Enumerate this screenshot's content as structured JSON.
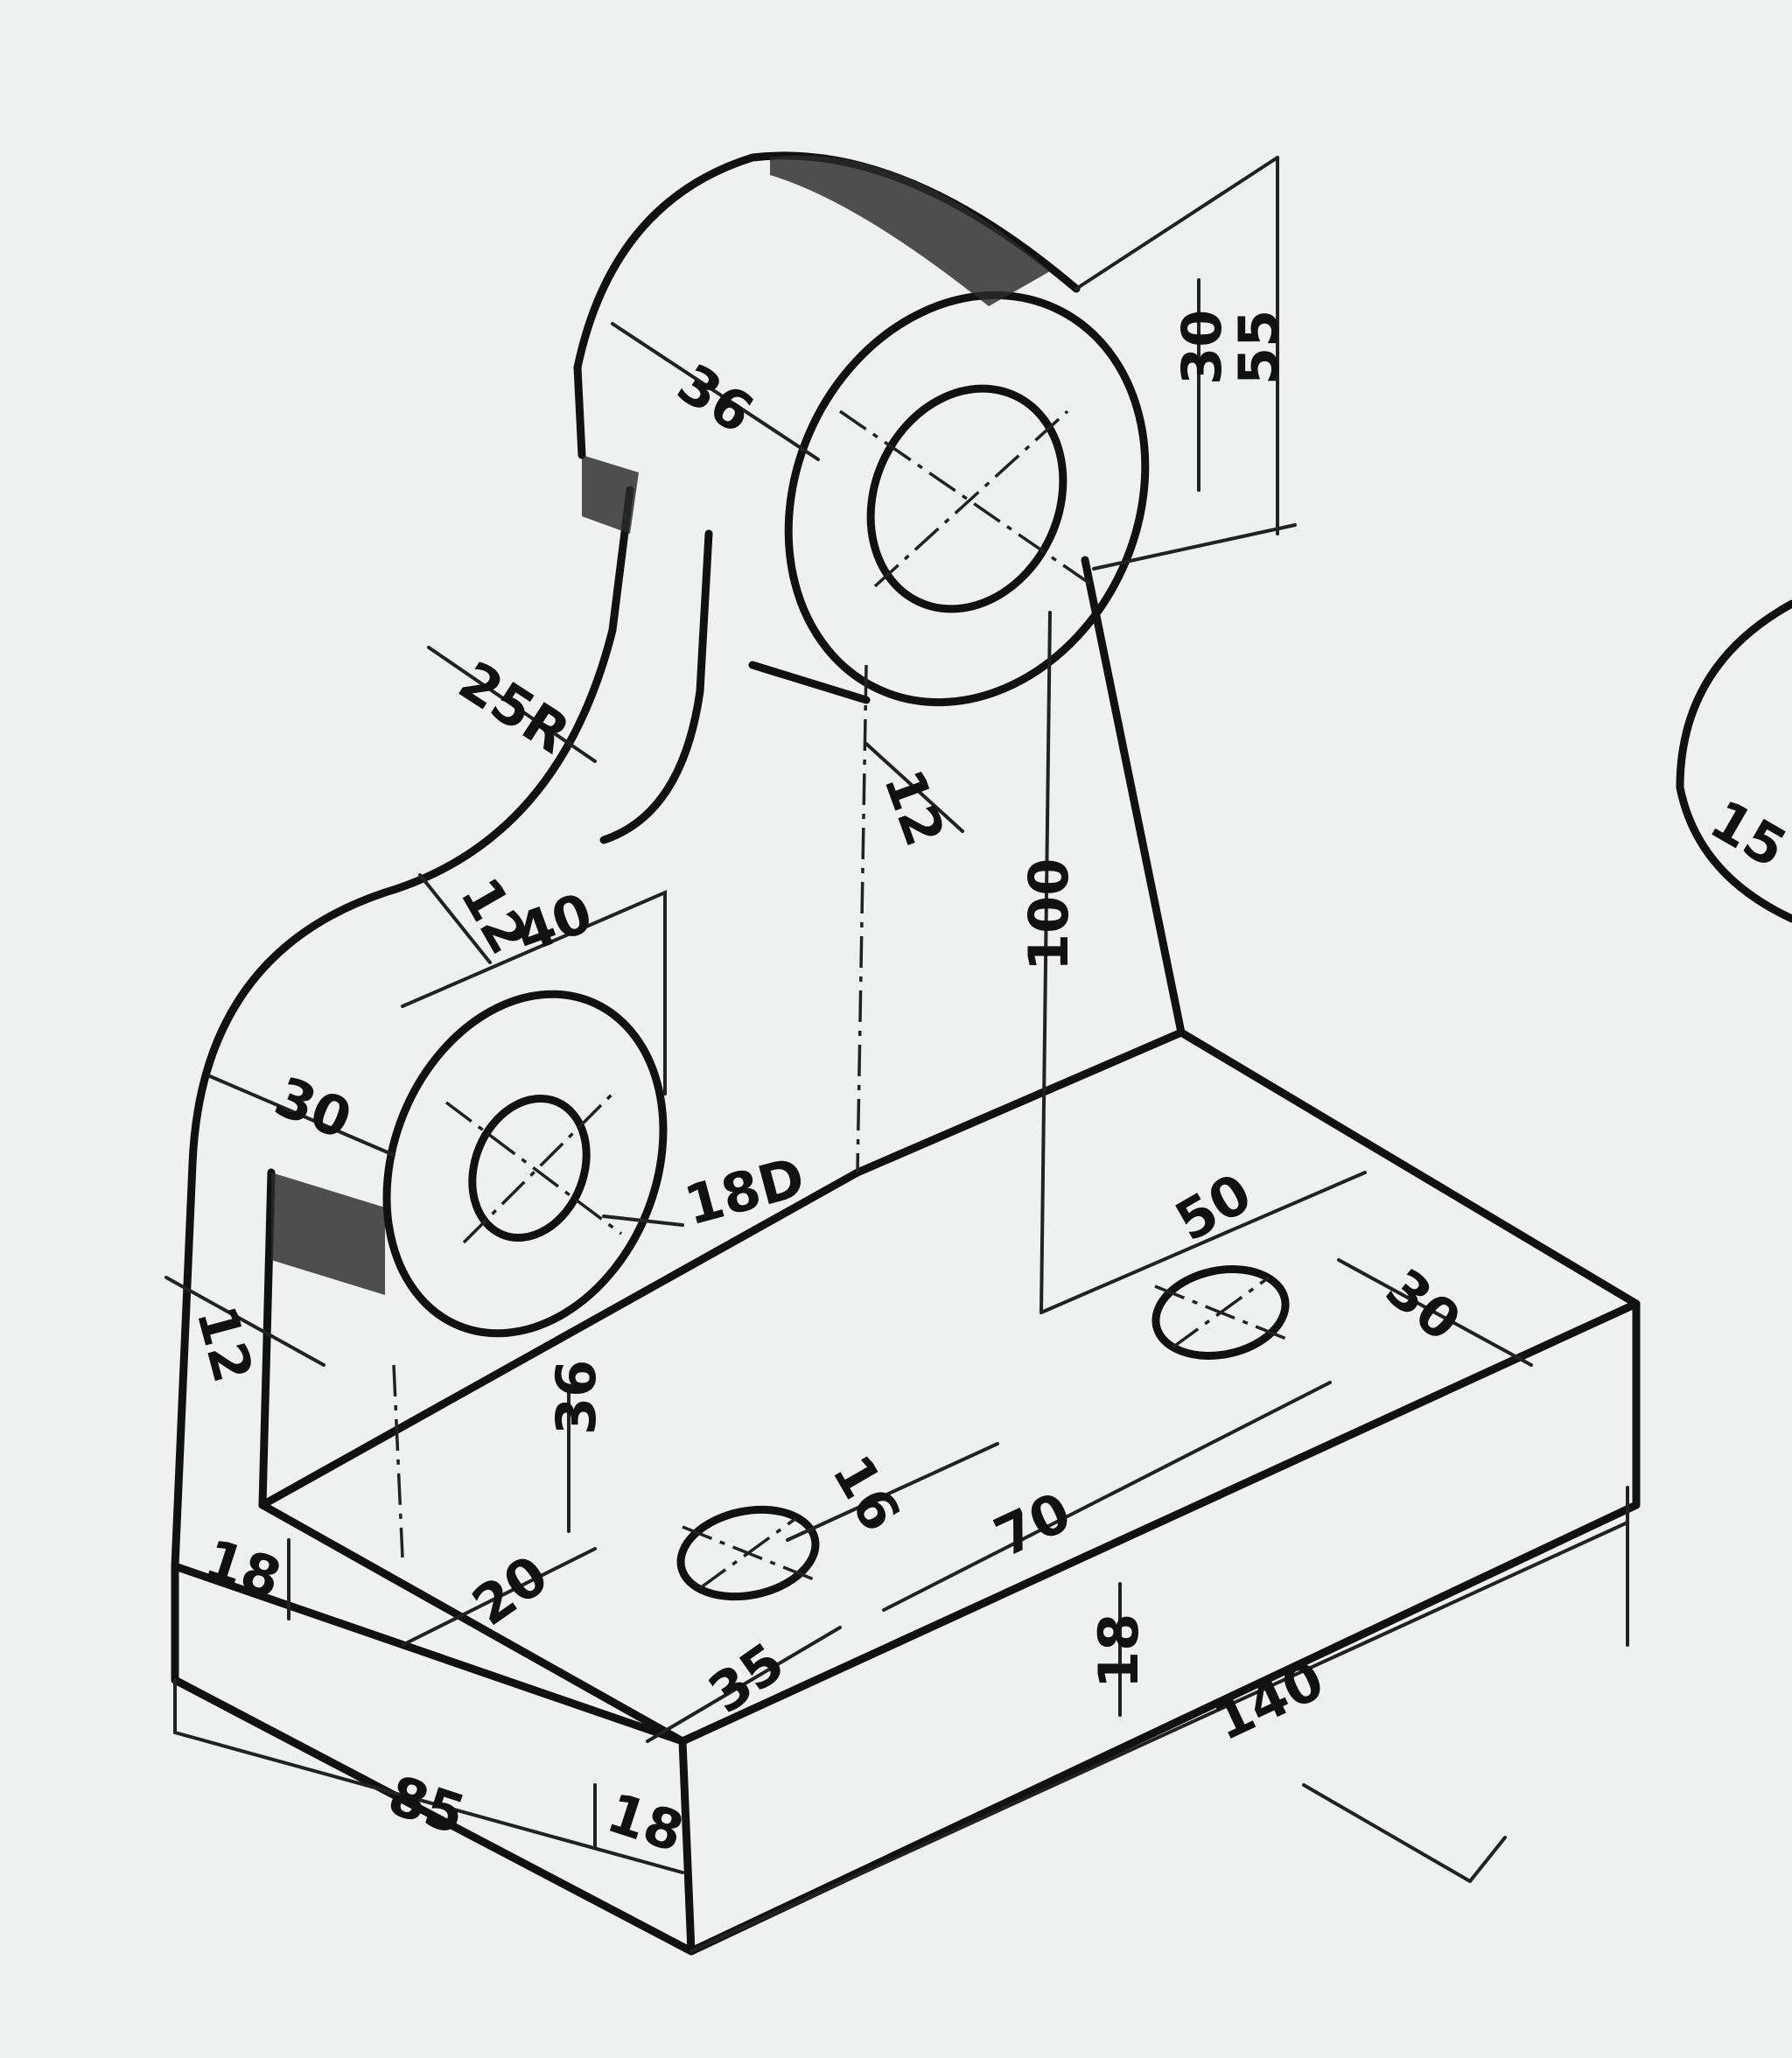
{
  "dimensions": {
    "boss_width": "36",
    "hole_upper": "30",
    "boss_height": "55",
    "fillet_radius": "25R",
    "web_thickness_top": "12",
    "rib_thickness": "12",
    "boss_small_dia": "40",
    "side_offset": "30",
    "small_hole_dia": "18D",
    "wall_thickness_left": "12",
    "center_height": "100",
    "hole_spacing_50": "50",
    "edge_offset_30": "30",
    "small_boss_height": "36",
    "slot_20": "20",
    "hole_16": "16",
    "dist_70": "70",
    "dist_35": "35",
    "base_height": "18",
    "base_length": "140",
    "base_width": "85",
    "left_wall_18": "18",
    "front_18": "18",
    "partial_right": "15"
  },
  "colors": {
    "ink": "#111111",
    "paper": "#eef1ef"
  }
}
